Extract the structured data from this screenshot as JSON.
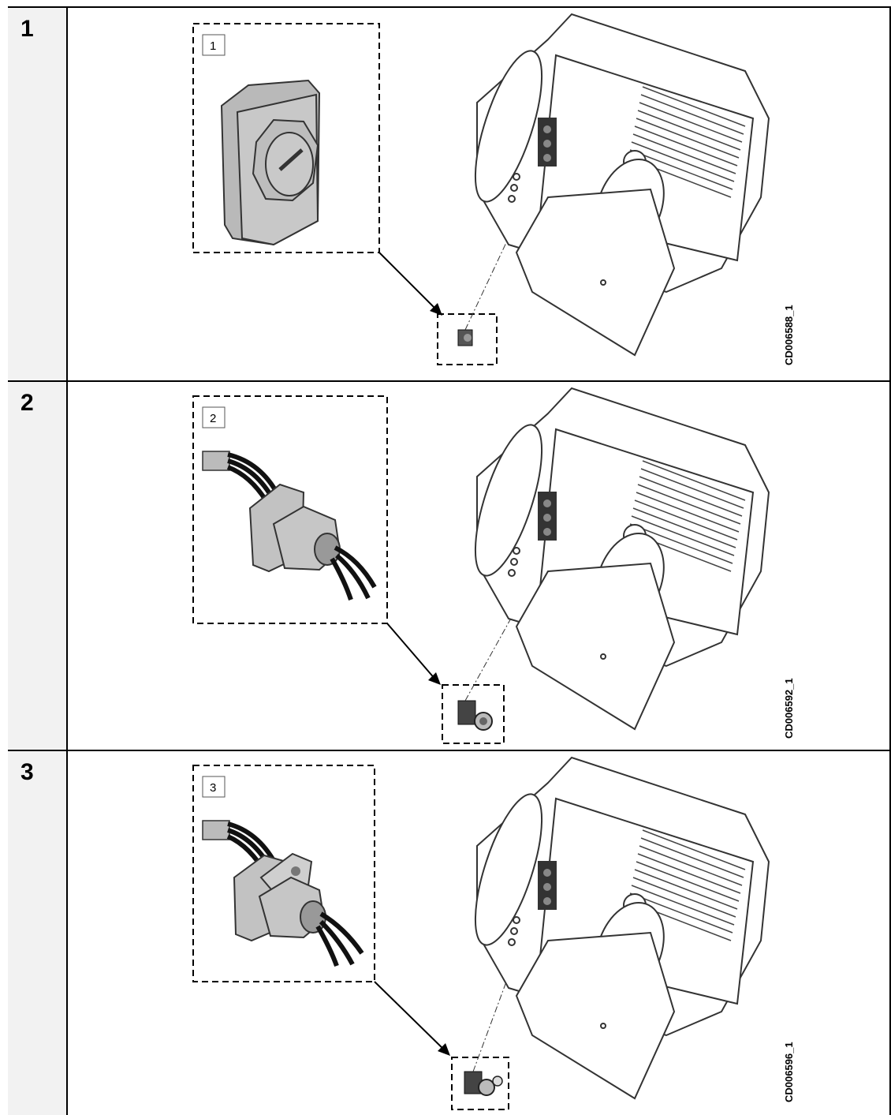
{
  "steps": [
    {
      "number": "1",
      "detail_label": "1",
      "code": "CD006588_1"
    },
    {
      "number": "2",
      "detail_label": "2",
      "code": "CD006592_1"
    },
    {
      "number": "3",
      "detail_label": "3",
      "code": "CD006596_1"
    }
  ]
}
